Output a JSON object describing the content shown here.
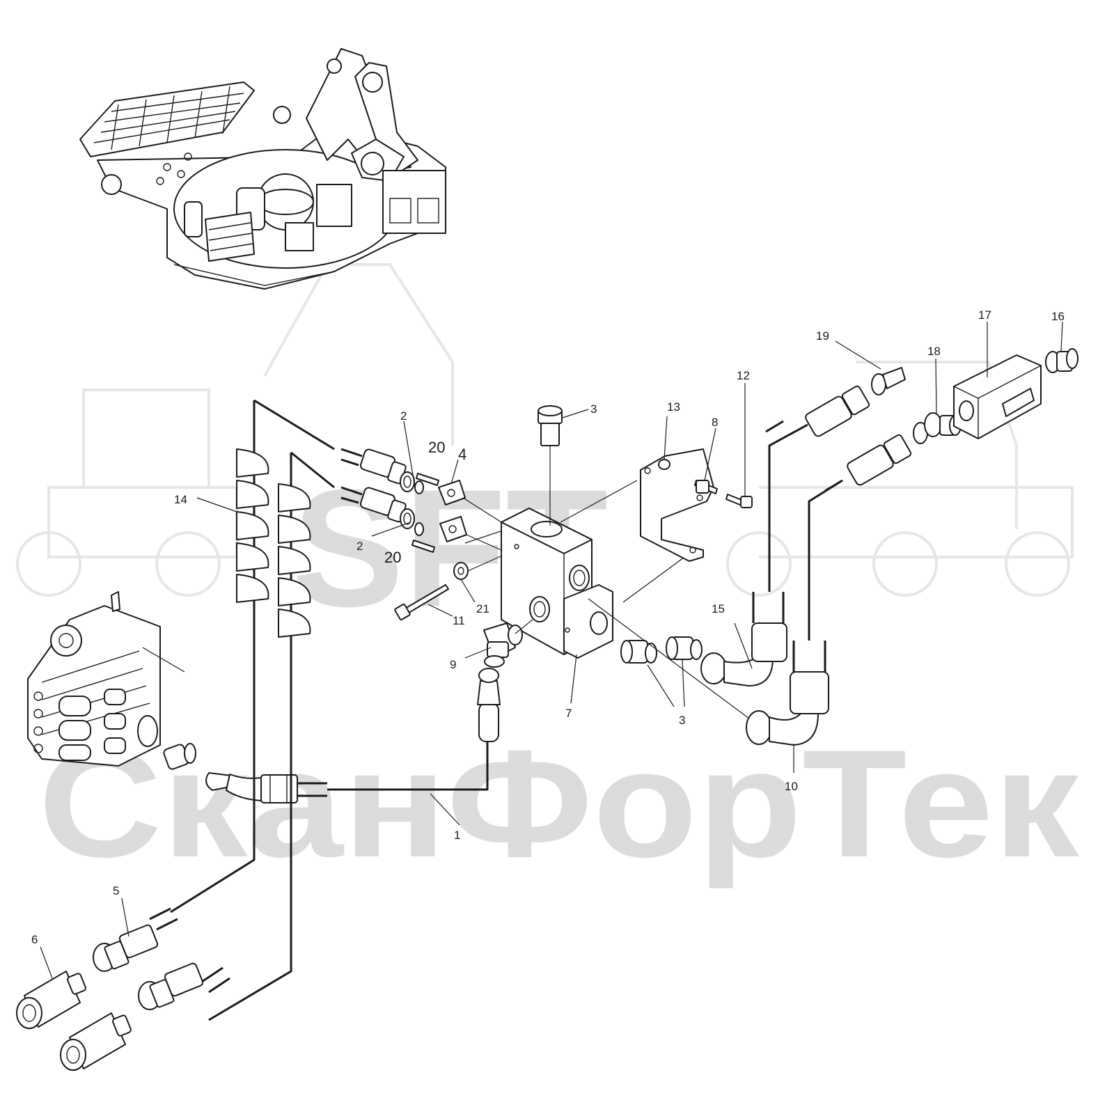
{
  "watermark": {
    "logo_text": "SFT",
    "brand_text": "СканФорТек"
  },
  "callouts": {
    "c1": "1",
    "c2a": "2",
    "c2b": "2",
    "c3a": "3",
    "c3b": "3",
    "c4": "4",
    "c5": "5",
    "c6": "6",
    "c7": "7",
    "c8": "8",
    "c9": "9",
    "c10": "10",
    "c11": "11",
    "c12": "12",
    "c13": "13",
    "c14": "14",
    "c15": "15",
    "c16": "16",
    "c17": "17",
    "c18": "18",
    "c19": "19",
    "c20a": "20",
    "c20b": "20",
    "c21": "21"
  }
}
